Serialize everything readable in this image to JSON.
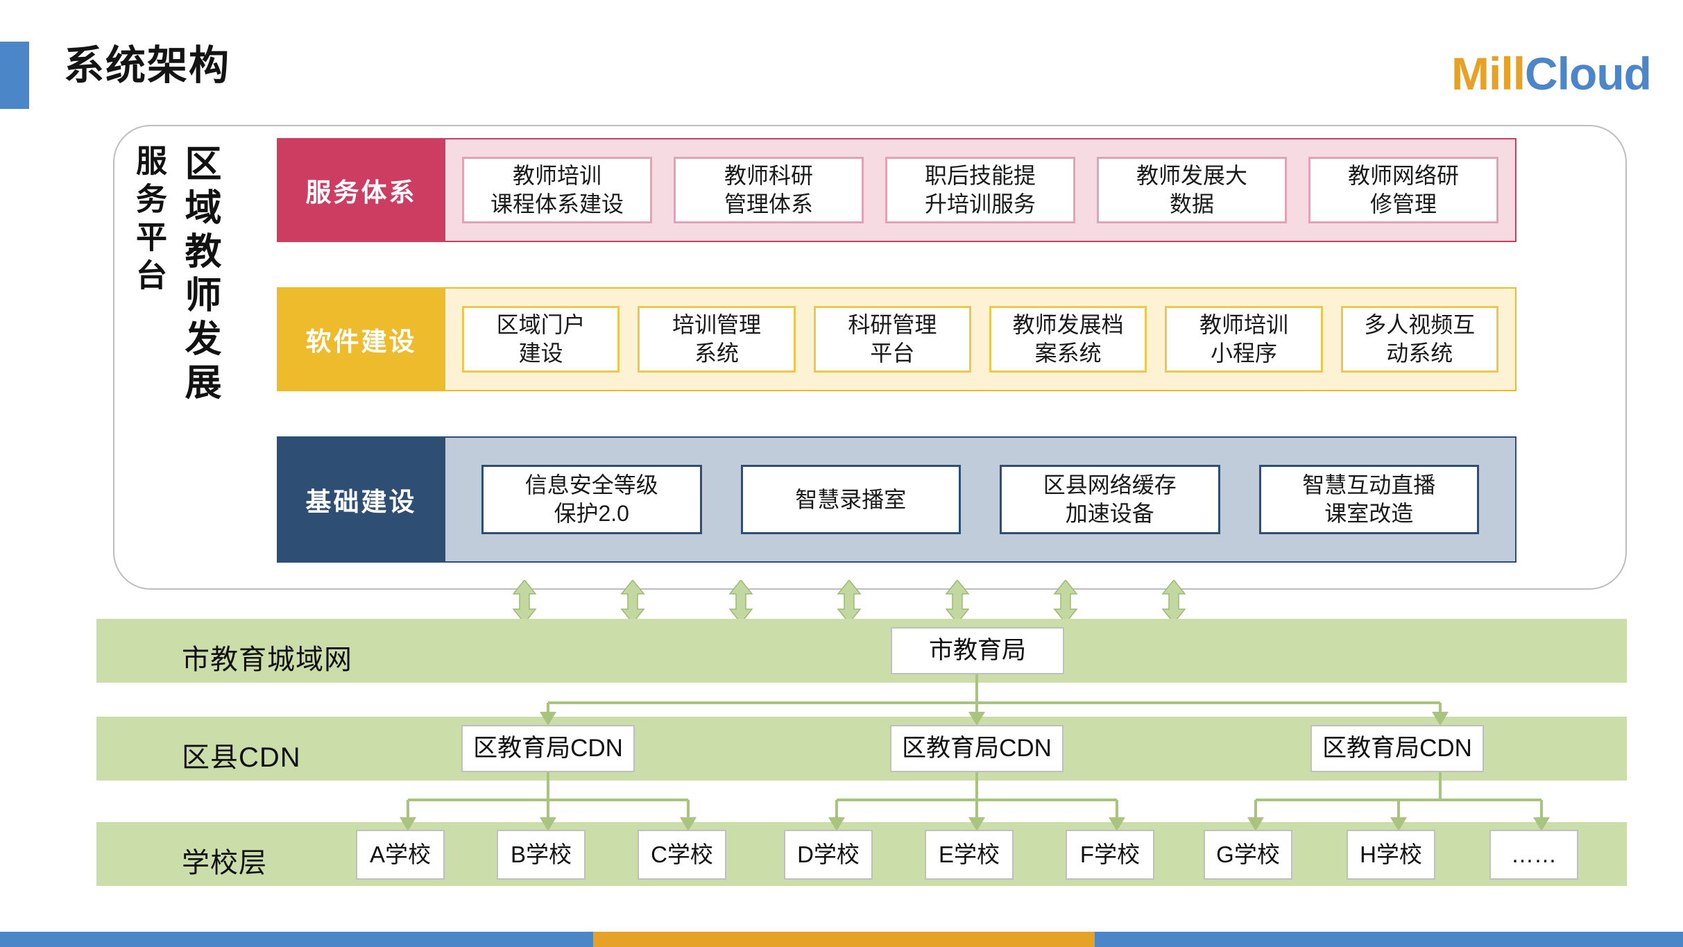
{
  "header": {
    "title": "系统架构",
    "brand": {
      "first": "Mill",
      "second": "Cloud"
    },
    "accent_blue": "#4A86C8",
    "accent_orange": "#E5A227"
  },
  "platform": {
    "side_label_sub": "服务平台",
    "side_label_main": "区域教师发展",
    "layers": [
      {
        "id": "service-system",
        "tag": "服务体系",
        "tag_color": "#CC3D61",
        "band_color": "#F6DBE2",
        "cards": [
          "教师培训\n课程体系建设",
          "教师科研\n管理体系",
          "职后技能提\n升培训服务",
          "教师发展大\n数据",
          "教师网络研\n修管理"
        ]
      },
      {
        "id": "software-construction",
        "tag": "软件建设",
        "tag_color": "#EDBB2B",
        "band_color": "#FDF2D4",
        "cards": [
          "区域门户\n建设",
          "培训管理\n系统",
          "科研管理\n平台",
          "教师发展档\n案系统",
          "教师培训\n小程序",
          "多人视频互\n动系统"
        ]
      },
      {
        "id": "infrastructure",
        "tag": "基础建设",
        "tag_color": "#2F4E74",
        "band_color": "#C1CCDB",
        "cards": [
          "信息安全等级\n保护2.0",
          "智慧录播室",
          "区县网络缓存\n加速设备",
          "智慧互动直播\n课室改造"
        ]
      }
    ]
  },
  "network": {
    "arrow_color": "#B5CE8E",
    "band_color": "#CBDDA9",
    "bands": [
      {
        "id": "city-network",
        "label": "市教育城域网",
        "nodes": [
          "市教育局"
        ]
      },
      {
        "id": "district-cdn",
        "label": "区县CDN",
        "nodes": [
          "区教育局CDN",
          "区教育局CDN",
          "区教育局CDN"
        ]
      },
      {
        "id": "school-layer",
        "label": "学校层",
        "nodes": [
          "A学校",
          "B学校",
          "C学校",
          "D学校",
          "E学校",
          "F学校",
          "G学校",
          "H学校",
          "……"
        ]
      }
    ]
  }
}
